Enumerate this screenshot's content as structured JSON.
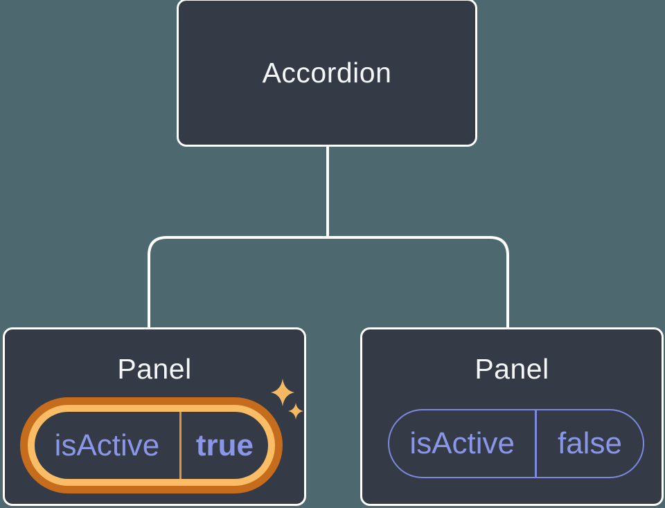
{
  "diagram": {
    "description": "Component tree diagram showing an Accordion parent and two Panel children with isActive state",
    "root_label": "Accordion"
  },
  "panels": [
    {
      "title": "Panel",
      "state_key": "isActive",
      "state_value": "true",
      "highlighted": true,
      "decoration": "sparkles-icon"
    },
    {
      "title": "Panel",
      "state_key": "isActive",
      "state_value": "false",
      "highlighted": false
    }
  ],
  "colors": {
    "background": "#4d686e",
    "node_fill": "#353b46",
    "node_border": "#ffffff",
    "connector_line": "#ffffff",
    "title_text": "#f5f6f8",
    "state_text": "#8a96e8",
    "plain_pill_border": "#7d89e0",
    "highlight_ring_outer": "#c56c1d",
    "highlight_ring_inner": "#fabc64",
    "highlight_divider": "#e0953f",
    "sparkle": "#f6b963"
  }
}
